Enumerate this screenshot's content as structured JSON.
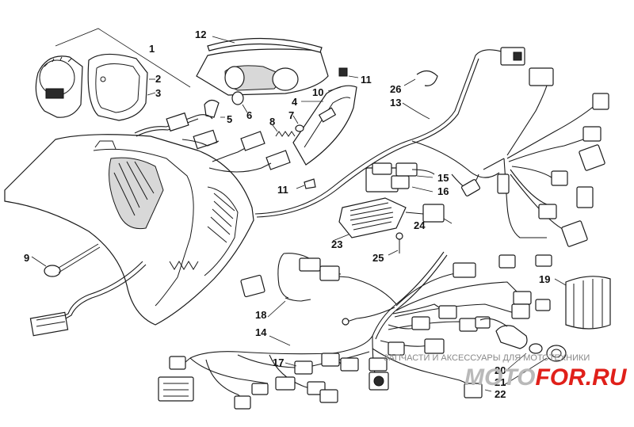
{
  "callouts": {
    "c1": "1",
    "c2": "2",
    "c3": "3",
    "c4": "4",
    "c5": "5",
    "c6": "6",
    "c7": "7",
    "c8": "8",
    "c9": "9",
    "c10": "10",
    "c11a": "11",
    "c11b": "11",
    "c12": "12",
    "c13": "13",
    "c14": "14",
    "c15": "15",
    "c16": "16",
    "c17": "17",
    "c18": "18",
    "c19": "19",
    "c20": "20",
    "c21": "21",
    "c22": "22",
    "c23": "23",
    "c24": "24",
    "c25": "25",
    "c26": "26"
  },
  "watermark": {
    "tagline": "ЗАПЧАСТИ И АКСЕССУАРЫ ДЛЯ МОТОТЕХНИКИ",
    "logo_left": "MOTO",
    "logo_mid": "FOR",
    "logo_right": ".RU",
    "color": "#e0201a"
  }
}
